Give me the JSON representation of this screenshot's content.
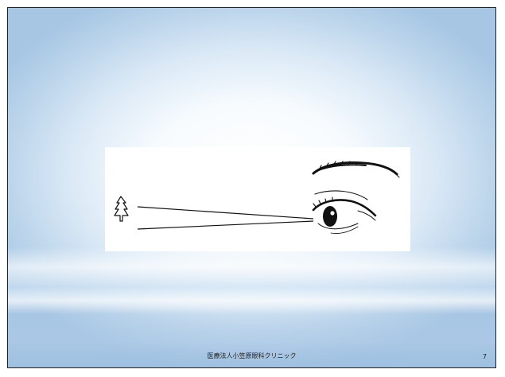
{
  "slide": {
    "footer_text": "医療法人小笠原眼科クリニック",
    "page_number": "7"
  },
  "figure": {
    "elements": [
      "tree-icon",
      "sight-lines",
      "eye-illustration",
      "eyebrow"
    ]
  }
}
